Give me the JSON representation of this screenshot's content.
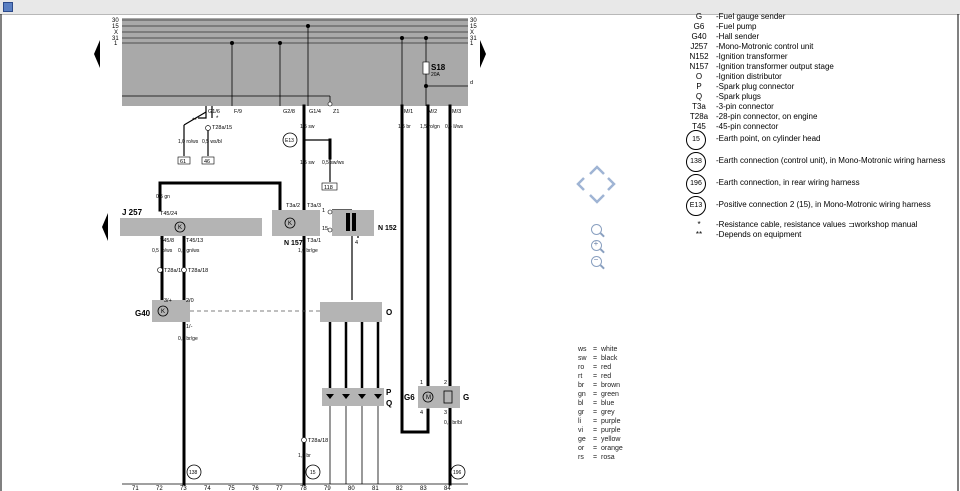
{
  "window": {
    "title": ""
  },
  "bus_labels": [
    "30",
    "15",
    "X",
    "31",
    "1"
  ],
  "ground_labels": [
    "71",
    "72",
    "73",
    "74",
    "75",
    "76",
    "77",
    "78",
    "79",
    "80",
    "81",
    "82",
    "83",
    "84"
  ],
  "component_labels": {
    "j257": "J 257",
    "n157": "N 157",
    "n152": "N 152",
    "g40": "G40",
    "o": "O",
    "p": "P",
    "q": "Q",
    "g6": "G6",
    "g": "G",
    "s18": "S18",
    "s18_rating": "20A"
  },
  "connector_labels": {
    "g1_6": "G1/6",
    "f_9": "F/9",
    "g2_8": "G2/8",
    "g1_4": "G1/4",
    "z1": "Z1",
    "m1": "M/1",
    "m2": "M/2",
    "m3": "M/3",
    "d": "d",
    "t28a_15": "T28a/15",
    "t28a_10": "T28a/10",
    "t28a_18": "T28a/18",
    "t28a_18b": "T28a/18",
    "t45_24": "T45/24",
    "t45_8": "T45/8",
    "t45_13": "T45/13",
    "t3a_2": "T3a/2",
    "t3a_3": "T3a/3",
    "t3a_1": "T3a/1",
    "p1": "1",
    "p15": "15",
    "p4": "4",
    "p3plus": "3/+",
    "p2_0": "2/0",
    "p1minus": "1/-",
    "p1g": "1",
    "p2g": "2",
    "p3g": "3",
    "p4g": "4"
  },
  "wire_labels": {
    "w_rows": "1,0 ro/ws",
    "w_wsbl": "0,5 ws/bl",
    "w_sw": "1,5 sw",
    "w_swws": "0,5 sw/ws",
    "w_sw2": "1,5 sw",
    "w_gn": "0,5 gn",
    "w_br": "1,5 br",
    "w_rogn": "1,5 ro/gn",
    "w_liws": "0,5 li/ws",
    "w_rows2": "0,5 ro/ws",
    "w_gnws": "0,5 gn/ws",
    "w_brge": "1,0 br/ge",
    "w_brge2": "0,5 br/ge",
    "w_br2": "1,5 br",
    "w_brbl": "0,5 br/bl"
  },
  "ground_markers": [
    "61",
    "46",
    "118",
    "E13",
    "15",
    "138",
    "196"
  ],
  "stars": {
    "double": "**",
    "single": "*"
  },
  "legend": [
    {
      "code": "G",
      "desc": "-Fuel gauge sender"
    },
    {
      "code": "G6",
      "desc": "-Fuel pump"
    },
    {
      "code": "G40",
      "desc": "-Hall sender"
    },
    {
      "code": "J257",
      "desc": "-Mono-Motronic control unit"
    },
    {
      "code": "N152",
      "desc": "-Ignition transformer"
    },
    {
      "code": "N157",
      "desc": "-Ignition transformer output stage"
    },
    {
      "code": "O",
      "desc": "-Ignition distributor"
    },
    {
      "code": "P",
      "desc": "-Spark plug connector"
    },
    {
      "code": "Q",
      "desc": "-Spark plugs"
    },
    {
      "code": "T3a",
      "desc": "-3-pin connector"
    },
    {
      "code": "T28a",
      "desc": "-28-pin connector, on engine"
    },
    {
      "code": "T45",
      "desc": "-45-pin connector"
    }
  ],
  "legend_circles": [
    {
      "code": "15",
      "desc": "-Earth point, on cylinder head"
    },
    {
      "code": "138",
      "desc": "-Earth connection (control unit), in Mono-Motronic wiring harness"
    },
    {
      "code": "196",
      "desc": "-Earth connection, in rear wiring harness"
    },
    {
      "code": "E13",
      "desc": "-Positive connection 2 (15), in Mono-Motronic wiring harness"
    }
  ],
  "legend_notes": [
    {
      "code": "*",
      "desc": "-Resistance cable, resistance values ⊐workshop manual"
    },
    {
      "code": "**",
      "desc": "-Depends on equipment"
    }
  ],
  "wire_colors": [
    {
      "code": "ws",
      "name": "white"
    },
    {
      "code": "sw",
      "name": "black"
    },
    {
      "code": "ro",
      "name": "red"
    },
    {
      "code": "rt",
      "name": "red"
    },
    {
      "code": "br",
      "name": "brown"
    },
    {
      "code": "gn",
      "name": "green"
    },
    {
      "code": "bl",
      "name": "blue"
    },
    {
      "code": "gr",
      "name": "grey"
    },
    {
      "code": "li",
      "name": "purple"
    },
    {
      "code": "vi",
      "name": "purple"
    },
    {
      "code": "ge",
      "name": "yellow"
    },
    {
      "code": "or",
      "name": "orange"
    },
    {
      "code": "rs",
      "name": "rosa"
    }
  ],
  "nav_icons": [
    "up-chevron-icon",
    "left-chevron-icon",
    "right-chevron-icon",
    "down-chevron-icon"
  ],
  "zoom_icons": [
    {
      "name": "zoom-fit-icon",
      "sign": ""
    },
    {
      "name": "zoom-in-icon",
      "sign": "+"
    },
    {
      "name": "zoom-out-icon",
      "sign": "−"
    }
  ],
  "colors": {
    "relay_box": "#a9a9a9",
    "component": "#b4b4b4",
    "nav": "#9fb4d4"
  }
}
